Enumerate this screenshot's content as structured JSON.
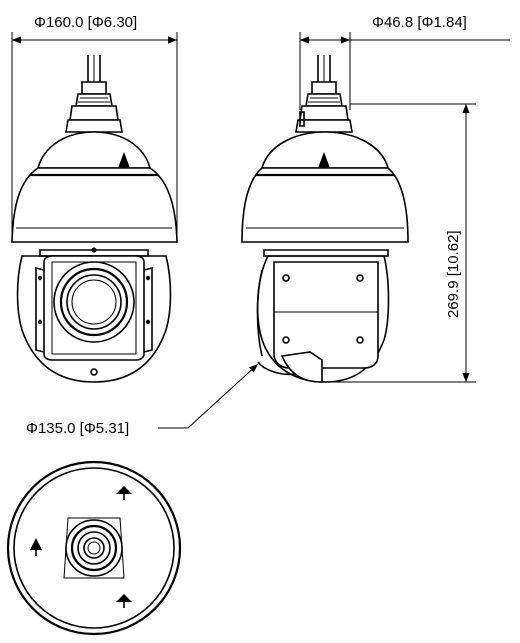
{
  "dimensions": {
    "top_diameter": "Φ160.0 [Φ6.30]",
    "cable_diameter": "Φ46.8 [Φ1.84]",
    "height": "269.9 [10.62]",
    "bottom_diameter": "Φ135.0 [Φ5.31]"
  },
  "views": [
    "front-view",
    "side-view",
    "bottom-view"
  ],
  "colors": {
    "line": "#000000",
    "background": "#ffffff"
  }
}
